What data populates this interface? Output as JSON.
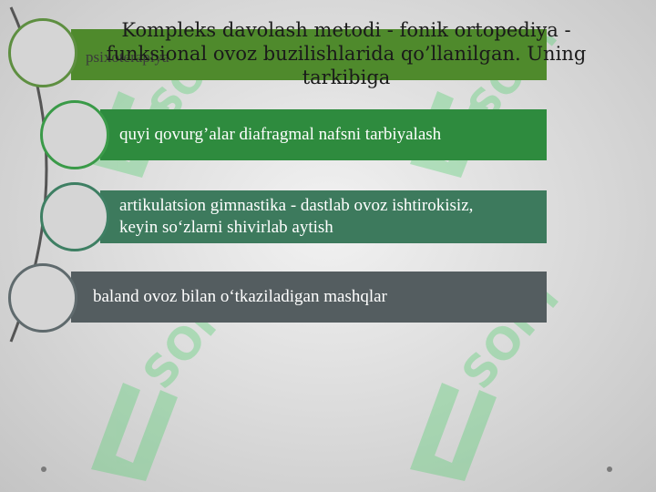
{
  "slide": {
    "title": "Kompleks davolash metodi - fonik ortopediya - funksional ovoz buzilishlarida qo’llanilgan. Uning tarkibiga",
    "steps": [
      {
        "label": "psixoterapiya",
        "color": "#4f8a2c"
      },
      {
        "label": "quyi qovurg’alar diafragmal nafsni tarbiyalash",
        "color": "#2e8b3e"
      },
      {
        "label": "artikulatsion gimnastika - dastlab ovoz ishtirokisiz, keyin so‘zlarni shivirlab aytish",
        "color": "#3d7a5d"
      },
      {
        "label": "baland ovoz bilan o‘tkaziladigan mashqlar",
        "color": "#545d60"
      }
    ]
  },
  "watermark": {
    "text": "SOFT",
    "icon": "soft-logo-icon",
    "color": "#4ccf6a"
  }
}
